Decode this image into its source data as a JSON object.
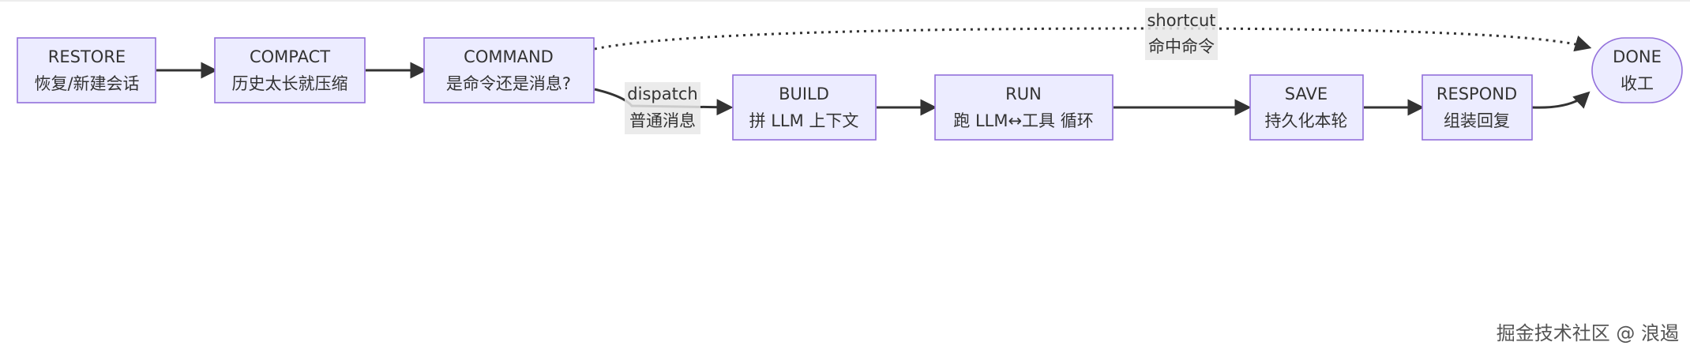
{
  "nodes": {
    "restore": {
      "title": "RESTORE",
      "subtitle": "恢复/新建会话"
    },
    "compact": {
      "title": "COMPACT",
      "subtitle": "历史太长就压缩"
    },
    "command": {
      "title": "COMMAND",
      "subtitle": "是命令还是消息?"
    },
    "build": {
      "title": "BUILD",
      "subtitle": "拼 LLM 上下文"
    },
    "run": {
      "title": "RUN",
      "subtitle": "跑 LLM↔工具 循环"
    },
    "save": {
      "title": "SAVE",
      "subtitle": "持久化本轮"
    },
    "respond": {
      "title": "RESPOND",
      "subtitle": "组装回复"
    },
    "done": {
      "title": "DONE",
      "subtitle": "收工"
    }
  },
  "edges": {
    "dispatch": {
      "label_en": "dispatch",
      "label_zh": "普通消息"
    },
    "shortcut": {
      "label_en": "shortcut",
      "label_zh": "命中命令"
    }
  },
  "colors": {
    "node_fill": "#ececff",
    "node_border": "#9370db",
    "edge": "#333333",
    "label_bg": "#e8e8e8"
  },
  "watermark": "掘金技术社区 @ 浪遏"
}
